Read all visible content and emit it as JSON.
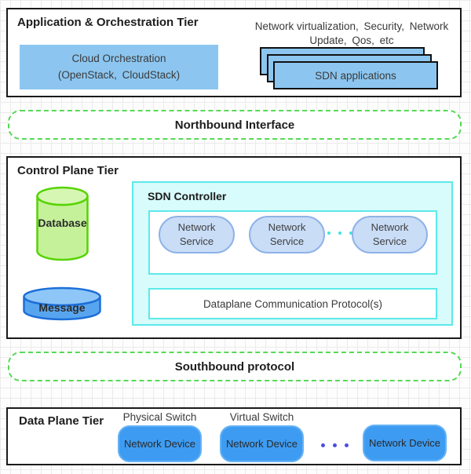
{
  "colors": {
    "tier_border": "#1a1a1a",
    "light_blue_fill": "#8cc6f0",
    "dashed_green": "#57d957",
    "database_fill": "#c5f19a",
    "database_stroke": "#55d400",
    "message_fill": "#58a5ef",
    "message_stroke": "#1d6fd9",
    "controller_fill": "#d8fbfb",
    "cyan_border": "#5ce9e9",
    "service_fill": "#c9ddf7",
    "service_border": "#8fb3e8",
    "device_fill": "#3d9cf2",
    "service_dots": "#3fe3e3",
    "device_dots": "#4d4de4"
  },
  "app_tier": {
    "title": "Application & Orchestration Tier",
    "cloud_box": {
      "line1": "Cloud Orchestration",
      "line2": "(OpenStack, CloudStack)"
    },
    "apps_caption": {
      "line1": "Network virtualization, Security, Network",
      "line2": "Update, Qos, etc"
    },
    "stack_label": "SDN applications"
  },
  "northbound": {
    "label": "Northbound Interface"
  },
  "control_tier": {
    "title": "Control Plane Tier",
    "database_label": "Database",
    "message_label": "Message",
    "controller": {
      "title": "SDN Controller",
      "services": [
        "Network Service",
        "Network Service",
        "Network Service"
      ],
      "dataplane_label": "Dataplane Communication Protocol(s)"
    }
  },
  "southbound": {
    "label": "Southbound protocol"
  },
  "data_tier": {
    "title": "Data Plane Tier",
    "physical_switch_label": "Physical Switch",
    "virtual_switch_label": "Virtual Switch",
    "devices": [
      "Network Device",
      "Network Device",
      "Network Device"
    ]
  }
}
